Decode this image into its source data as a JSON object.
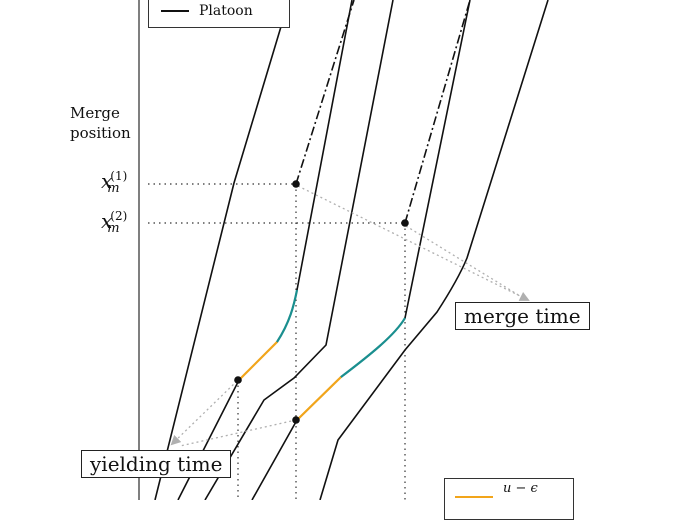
{
  "legend_top": {
    "entries": [
      {
        "label": "Platoon",
        "color": "#111111"
      }
    ]
  },
  "legend_bottom": {
    "entries": [
      {
        "label": "u − ϵ",
        "color": "#f2a51a"
      }
    ]
  },
  "merge_position_label": "Merge position",
  "merge_position_line1": "Merge",
  "merge_position_line2": "position",
  "xm1": {
    "symbol": "x",
    "sub": "m",
    "sup": "(1)"
  },
  "xm2": {
    "symbol": "x",
    "sub": "m",
    "sup": "(2)"
  },
  "merge_time_label": "merge time",
  "yielding_time_label": "yielding time",
  "colors": {
    "trajectory": "#111111",
    "yield_segment": "#f2a51a",
    "merge_segment": "#1a8f8f",
    "annotation_arrow": "#b0b0b0",
    "axis": "#555555"
  }
}
